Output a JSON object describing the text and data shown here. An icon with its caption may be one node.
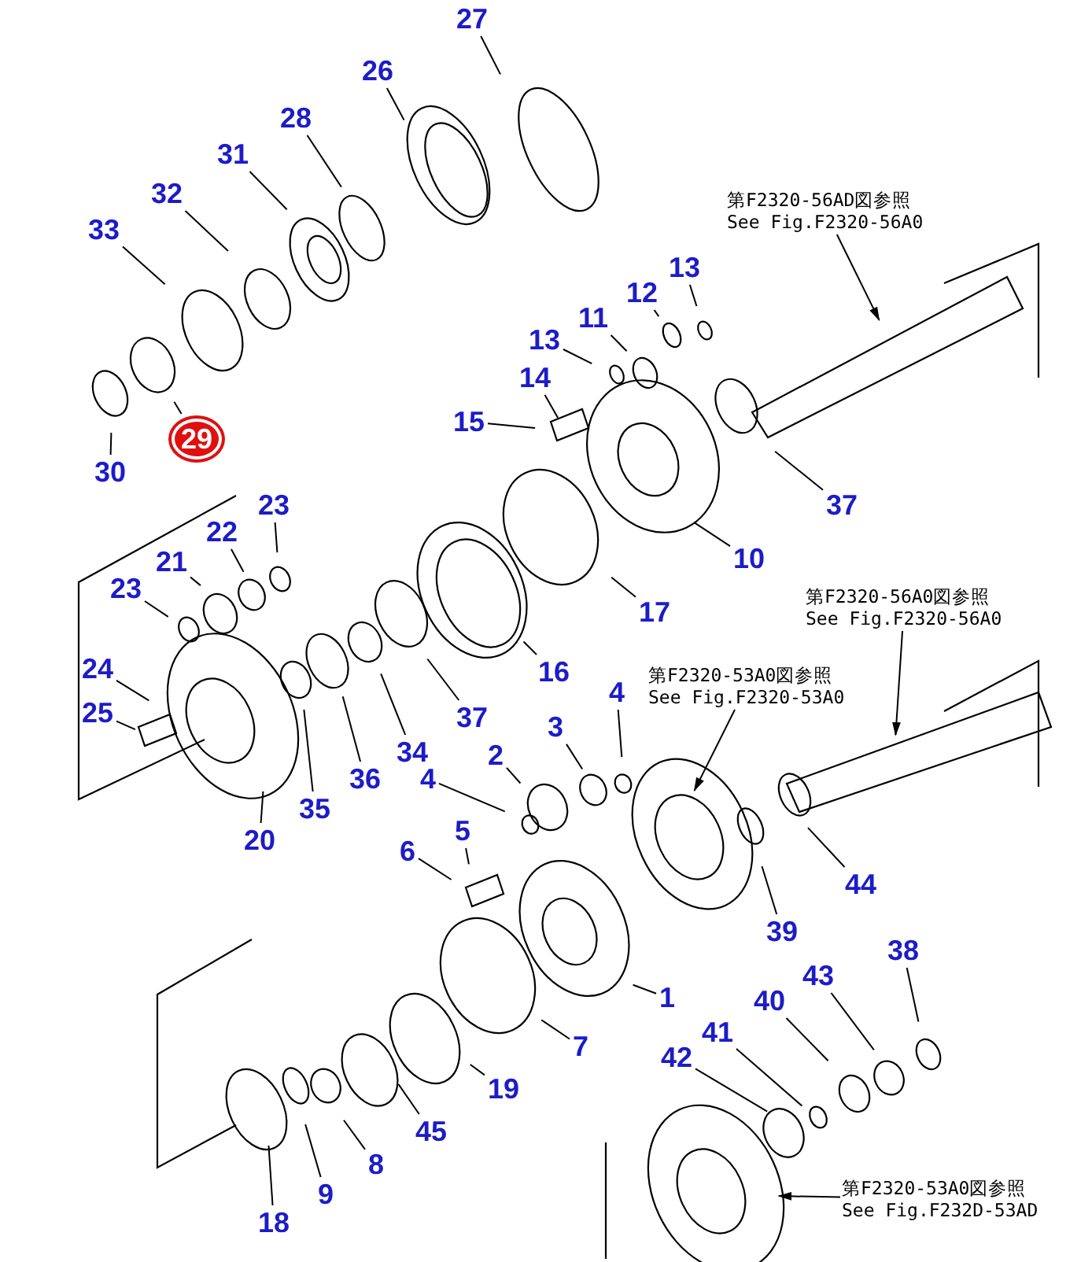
{
  "diagram": {
    "nodes": [
      {
        "text": [
          "27"
        ]
      },
      {
        "text": [
          "26"
        ]
      },
      {
        "text": [
          "28"
        ]
      },
      {
        "text": [
          "31"
        ]
      },
      {
        "text": [
          "32"
        ]
      },
      {
        "text": [
          "33"
        ]
      },
      {
        "text": [
          "29"
        ]
      },
      {
        "text": [
          "30"
        ]
      },
      {
        "text": [
          "第F2320-56AD図参照",
          "See Fig.F2320-56A0"
        ]
      },
      {
        "text": [
          "13"
        ]
      },
      {
        "text": [
          "12"
        ]
      },
      {
        "text": [
          "11"
        ]
      },
      {
        "text": [
          "13"
        ]
      },
      {
        "text": [
          "14"
        ]
      },
      {
        "text": [
          "15"
        ]
      },
      {
        "text": [
          "37"
        ]
      },
      {
        "text": [
          "10"
        ]
      },
      {
        "text": [
          "23"
        ]
      },
      {
        "text": [
          "22"
        ]
      },
      {
        "text": [
          "21"
        ]
      },
      {
        "text": [
          "23"
        ]
      },
      {
        "text": [
          "17"
        ]
      },
      {
        "text": [
          "第F2320-56A0図参照",
          "See Fig.F2320-56A0"
        ]
      },
      {
        "text": [
          "24"
        ]
      },
      {
        "text": [
          "25"
        ]
      },
      {
        "text": [
          "16"
        ]
      },
      {
        "text": [
          "第F2320-53A0図参照",
          "See Fig.F2320-53A0"
        ]
      },
      {
        "text": [
          "4"
        ]
      },
      {
        "text": [
          "37"
        ]
      },
      {
        "text": [
          "3"
        ]
      },
      {
        "text": [
          "34"
        ]
      },
      {
        "text": [
          "36"
        ]
      },
      {
        "text": [
          "2"
        ]
      },
      {
        "text": [
          "35"
        ]
      },
      {
        "text": [
          "4"
        ]
      },
      {
        "text": [
          "20"
        ]
      },
      {
        "text": [
          "5"
        ]
      },
      {
        "text": [
          "6"
        ]
      },
      {
        "text": [
          "44"
        ]
      },
      {
        "text": [
          "39"
        ]
      },
      {
        "text": [
          "38"
        ]
      },
      {
        "text": [
          "43"
        ]
      },
      {
        "text": [
          "40"
        ]
      },
      {
        "text": [
          "1"
        ]
      },
      {
        "text": [
          "41"
        ]
      },
      {
        "text": [
          "7"
        ]
      },
      {
        "text": [
          "42"
        ]
      },
      {
        "text": [
          "19"
        ]
      },
      {
        "text": [
          "45"
        ]
      },
      {
        "text": [
          "8"
        ]
      },
      {
        "text": [
          "第F2320-53A0図参照",
          "See Fig.F232D-53AD"
        ]
      },
      {
        "text": [
          "9"
        ]
      },
      {
        "text": [
          "18"
        ]
      }
    ],
    "edges": [
      {
        "from": 0,
        "to": null,
        "arrow": "none"
      },
      {
        "from": 1,
        "to": null,
        "arrow": "none"
      },
      {
        "from": 2,
        "to": null,
        "arrow": "none"
      },
      {
        "from": 3,
        "to": null,
        "arrow": "none"
      },
      {
        "from": 4,
        "to": null,
        "arrow": "none"
      },
      {
        "from": 5,
        "to": null,
        "arrow": "none"
      },
      {
        "from": 6,
        "to": null,
        "arrow": "none"
      },
      {
        "from": 7,
        "to": null,
        "arrow": "none"
      },
      {
        "from": 8,
        "to": null,
        "arrow": "to"
      },
      {
        "from": 9,
        "to": null,
        "arrow": "none"
      },
      {
        "from": 10,
        "to": null,
        "arrow": "none"
      },
      {
        "from": 11,
        "to": null,
        "arrow": "none"
      },
      {
        "from": 12,
        "to": null,
        "arrow": "none"
      },
      {
        "from": 13,
        "to": null,
        "arrow": "none"
      },
      {
        "from": 14,
        "to": null,
        "arrow": "none"
      },
      {
        "from": 15,
        "to": null,
        "arrow": "none"
      },
      {
        "from": 16,
        "to": null,
        "arrow": "none"
      },
      {
        "from": 17,
        "to": null,
        "arrow": "none"
      },
      {
        "from": 18,
        "to": null,
        "arrow": "none"
      },
      {
        "from": 19,
        "to": null,
        "arrow": "none"
      },
      {
        "from": 20,
        "to": null,
        "arrow": "none"
      },
      {
        "from": 21,
        "to": null,
        "arrow": "none"
      },
      {
        "from": 22,
        "to": null,
        "arrow": "to"
      },
      {
        "from": 23,
        "to": null,
        "arrow": "none"
      },
      {
        "from": 24,
        "to": null,
        "arrow": "none"
      },
      {
        "from": 25,
        "to": null,
        "arrow": "none"
      },
      {
        "from": 26,
        "to": null,
        "arrow": "to"
      },
      {
        "from": 27,
        "to": null,
        "arrow": "none"
      },
      {
        "from": 28,
        "to": null,
        "arrow": "none"
      },
      {
        "from": 29,
        "to": null,
        "arrow": "none"
      },
      {
        "from": 30,
        "to": null,
        "arrow": "none"
      },
      {
        "from": 31,
        "to": null,
        "arrow": "none"
      },
      {
        "from": 32,
        "to": null,
        "arrow": "none"
      },
      {
        "from": 33,
        "to": null,
        "arrow": "none"
      },
      {
        "from": 34,
        "to": null,
        "arrow": "none"
      },
      {
        "from": 35,
        "to": null,
        "arrow": "none"
      },
      {
        "from": 36,
        "to": null,
        "arrow": "none"
      },
      {
        "from": 37,
        "to": null,
        "arrow": "none"
      },
      {
        "from": 38,
        "to": null,
        "arrow": "none"
      },
      {
        "from": 39,
        "to": null,
        "arrow": "none"
      },
      {
        "from": 40,
        "to": null,
        "arrow": "none"
      },
      {
        "from": 41,
        "to": null,
        "arrow": "none"
      },
      {
        "from": 42,
        "to": null,
        "arrow": "none"
      },
      {
        "from": 43,
        "to": null,
        "arrow": "none"
      },
      {
        "from": 44,
        "to": null,
        "arrow": "none"
      },
      {
        "from": 45,
        "to": null,
        "arrow": "none"
      },
      {
        "from": 46,
        "to": null,
        "arrow": "none"
      },
      {
        "from": 47,
        "to": null,
        "arrow": "none"
      },
      {
        "from": 48,
        "to": null,
        "arrow": "none"
      },
      {
        "from": 49,
        "to": null,
        "arrow": "none"
      },
      {
        "from": 50,
        "to": null,
        "arrow": "to"
      },
      {
        "from": 51,
        "to": null,
        "arrow": "none"
      },
      {
        "from": 52,
        "to": null,
        "arrow": "none"
      }
    ]
  }
}
